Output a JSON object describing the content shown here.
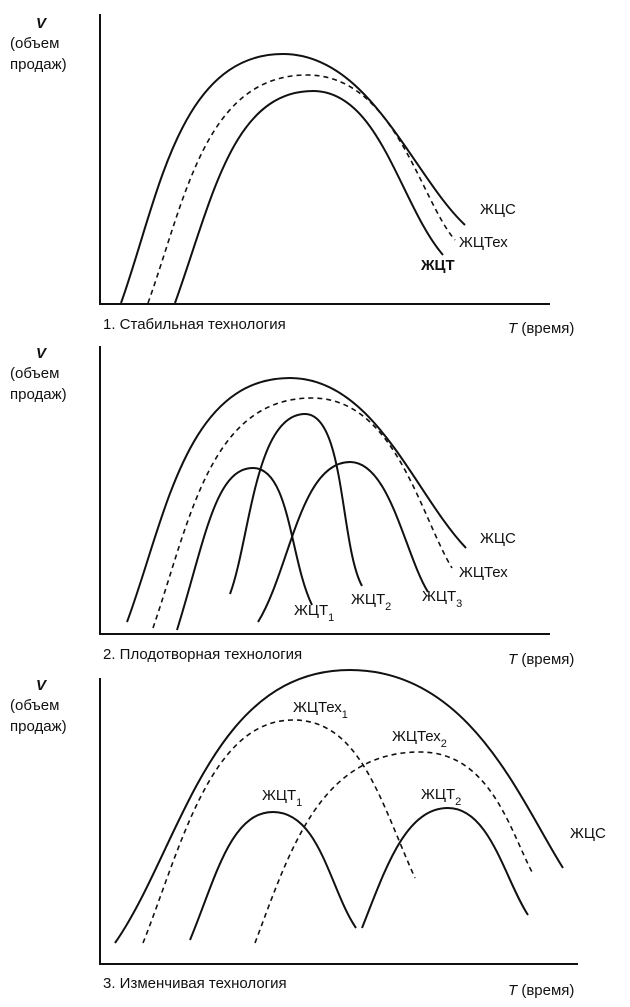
{
  "ylabel": {
    "var": "V",
    "line1": "(объем",
    "line2": "продаж)"
  },
  "xlabel": {
    "var": "T",
    "text": "(время)"
  },
  "panels": [
    {
      "caption": "1. Стабильная технология",
      "labels": {
        "zhcs": "ЖЦС",
        "zhctex": "ЖЦТех",
        "zhct": "ЖЦТ"
      }
    },
    {
      "caption": "2. Плодотворная технология",
      "labels": {
        "zhcs": "ЖЦС",
        "zhctex": "ЖЦТех",
        "zhct_base": "ЖЦТ",
        "sub1": "1",
        "sub2": "2",
        "sub3": "3"
      }
    },
    {
      "caption": "3. Изменчивая технология",
      "labels": {
        "zhcs": "ЖЦС",
        "zhctex_base": "ЖЦТех",
        "zhct_base": "ЖЦТ",
        "sub1": "1",
        "sub2": "2"
      }
    }
  ]
}
